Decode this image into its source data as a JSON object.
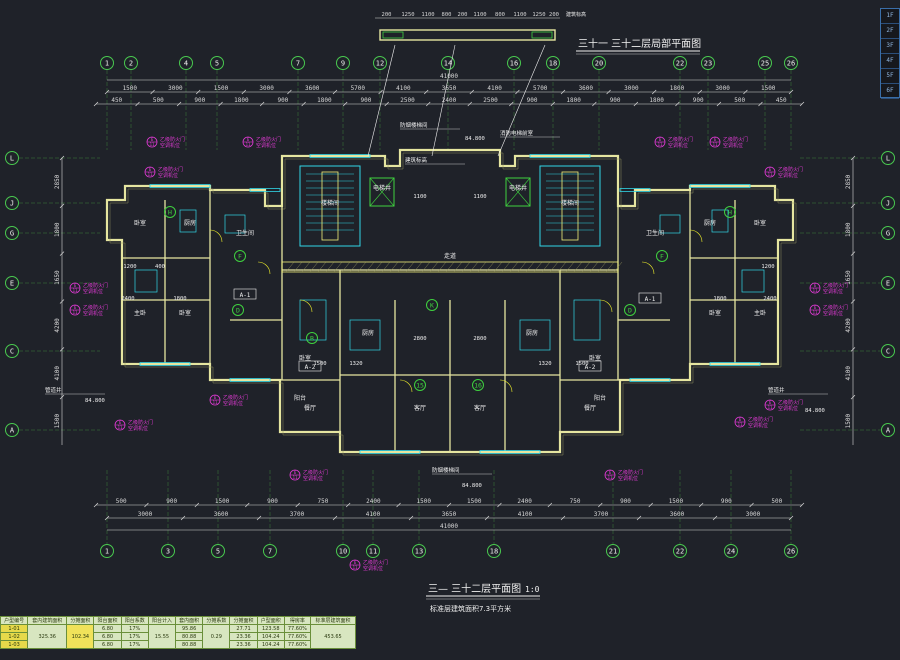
{
  "title_main": "三— 三十二层平面图",
  "title_main_suffix": "1:0",
  "subtitle_main": "标准层建筑面积7.3平方米",
  "title_partial": "三十一 三十二层局部平面图",
  "layers": [
    "1F",
    "2F",
    "3F",
    "4F",
    "5F",
    "6F"
  ],
  "top_axes": [
    "1",
    "2",
    "4",
    "5",
    "7",
    "9",
    "12",
    "14",
    "16",
    "18",
    "20",
    "22",
    "23",
    "25",
    "26"
  ],
  "bottom_axes": [
    "1",
    "3",
    "5",
    "7",
    "10",
    "11",
    "13",
    "18",
    "21",
    "22",
    "24",
    "26"
  ],
  "left_axes": [
    "L",
    "J",
    "G",
    "E",
    "C",
    "A"
  ],
  "right_axes": [
    "L",
    "J",
    "G",
    "E",
    "C",
    "A"
  ],
  "top_total": "41000",
  "bottom_total": "41000",
  "dims_top_row1": [
    "1500",
    "3000",
    "1500",
    "3000",
    "3600",
    "5700",
    "4100",
    "3650",
    "4100",
    "5700",
    "3600",
    "3000",
    "1800",
    "3000",
    "1500"
  ],
  "dims_top_row2": [
    "450",
    "500",
    "900",
    "1800",
    "900",
    "1800",
    "900",
    "2500",
    "2400",
    "2500",
    "900",
    "1800",
    "900",
    "1800",
    "900",
    "500",
    "450"
  ],
  "dims_bottom_row1": [
    "500",
    "900",
    "1500",
    "900",
    "750",
    "2400",
    "1500",
    "1500",
    "2400",
    "750",
    "900",
    "1500",
    "900",
    "500"
  ],
  "dims_bottom_row2": [
    "3000",
    "3600",
    "3700",
    "4100",
    "3650",
    "4100",
    "3700",
    "3600",
    "3000"
  ],
  "dims_left": [
    "2850",
    "1800",
    "1650",
    "4200",
    "4100",
    "1500"
  ],
  "dims_right": [
    "2850",
    "1800",
    "1650",
    "4200",
    "4100",
    "1500"
  ],
  "top_strip_dims": [
    "200",
    "1250",
    "1100",
    "800",
    "200",
    "1100",
    "800",
    "1100",
    "1250",
    "200"
  ],
  "rooms": {
    "living": "客厅",
    "bedroom": "卧室",
    "master_bedroom": "主卧",
    "kitchen": "厨房",
    "bathroom": "卫生间",
    "stair": "楼梯间",
    "elevator": "电梯井",
    "corridor": "走道",
    "balcony": "阳台",
    "dining": "餐厅"
  },
  "annotations": {
    "smoke_vent": "防烟楼梯间",
    "fire_door": "乙级防火门",
    "ac_unit": "空调机位",
    "elev_note": "消防电梯前室",
    "shaft": "管道井",
    "level_1": "建筑标高",
    "level_val": "84.800"
  },
  "unit_labels": [
    "A-1",
    "A-2",
    "A-2",
    "A-1"
  ],
  "table": {
    "headers": [
      "户型编号",
      "套内建筑面积",
      "分摊面积",
      "阳台面积",
      "阳台系数",
      "阳台计入",
      "套内面积",
      "分摊系数",
      "分摊面积",
      "户型面积",
      "得房率",
      "标准层建筑面积"
    ],
    "rows": [
      [
        "1-01",
        "6.80",
        "17%",
        "95.86",
        "27.71",
        "123.58",
        "77.60%"
      ],
      [
        "1-02",
        "6.80",
        "17%",
        "80.88",
        "23.36",
        "104.24",
        "77.60%"
      ],
      [
        "1-03",
        "6.80",
        "17%",
        "80.88",
        "23.36",
        "104.24",
        "77.60%"
      ]
    ],
    "total_left": "325.36",
    "total_share": "102.34",
    "total_balcony": "15.55",
    "share_coeff": "0.29",
    "std_area": "453.65"
  },
  "colors": {
    "bg": "#1f2229",
    "wall": "#e6e6a0",
    "wall_bright": "#f2f27a",
    "axis": "#49c94f",
    "dim": "#d8d8d8",
    "cyan": "#31d6e6",
    "magenta": "#e23ad6",
    "green": "#3fd13f",
    "yellow": "#eded2a",
    "blue": "#4a7bff",
    "white": "#f0f0f0"
  }
}
